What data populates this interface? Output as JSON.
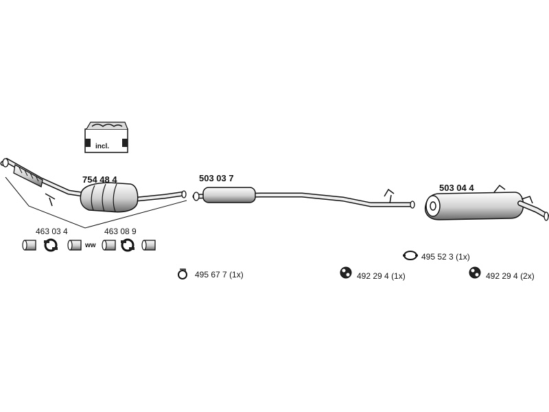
{
  "parts": {
    "catalytic_converter": {
      "number": "754 48 4"
    },
    "middle_silencer": {
      "number": "503 03 7"
    },
    "rear_silencer": {
      "number": "503 04 4"
    }
  },
  "kit": {
    "badge": "incl."
  },
  "connectors": {
    "left": {
      "number": "463 03 4"
    },
    "right": {
      "number": "463 08 9"
    }
  },
  "accessories": {
    "clamp": {
      "number": "495 67 7",
      "qty": "(1x)"
    },
    "rubber_mount_mid": {
      "number": "492 29 4",
      "qty": "(1x)"
    },
    "gasket": {
      "number": "495 52 3",
      "qty": "(1x)"
    },
    "rubber_mount_rear": {
      "number": "492 29 4",
      "qty": "(2x)"
    }
  },
  "separator_label": "ww"
}
